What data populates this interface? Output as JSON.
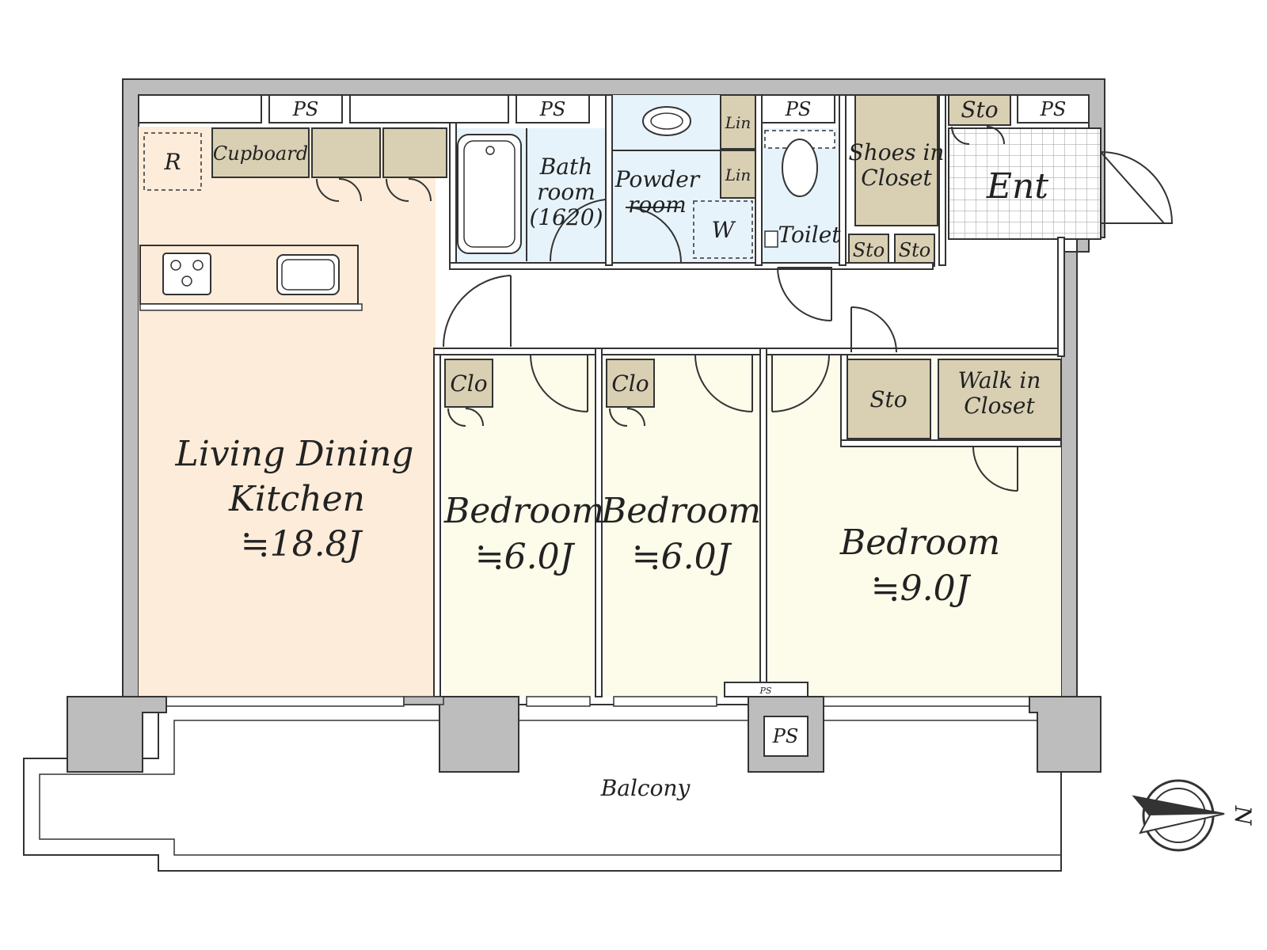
{
  "colors": {
    "ldk": "#fcecd9",
    "bedroom": "#fdfbea",
    "wet": "#e6f3fb",
    "storage": "#d9cfb3",
    "wall": "#bdbdbd",
    "tile": "#ffffff"
  },
  "rooms": {
    "ldk": {
      "name_line1": "Living Dining",
      "name_line2": "Kitchen",
      "size": "≒18.8J"
    },
    "bedroom1": {
      "name": "Bedroom",
      "size": "≒6.0J"
    },
    "bedroom2": {
      "name": "Bedroom",
      "size": "≒6.0J"
    },
    "bedroom3": {
      "name": "Bedroom",
      "size": "≒9.0J"
    },
    "bath": {
      "line1": "Bath",
      "line2": "room",
      "line3": "(1620)"
    },
    "powder": {
      "line1": "Powder",
      "line2": "room"
    },
    "toilet": "Toilet",
    "entrance": "Ent",
    "balcony": "Balcony"
  },
  "fixtures": {
    "refrigerator": "R",
    "cupboard": "Cupboard",
    "washer": "W",
    "linen1": "Lin",
    "linen2": "Lin",
    "shoes_closet_line1": "Shoes in",
    "shoes_closet_line2": "Closet",
    "walk_in_line1": "Walk in",
    "walk_in_line2": "Closet",
    "clo1": "Clo",
    "clo2": "Clo",
    "sto_entrance": "Sto",
    "sto_hall1": "Sto",
    "sto_hall2": "Sto",
    "sto_bed3": "Sto"
  },
  "pipe_spaces": {
    "ps1": "PS",
    "ps2": "PS",
    "ps3": "PS",
    "ps4": "PS",
    "ps_bed": "PS",
    "ps_balcony": "PS"
  },
  "compass": {
    "label": "N"
  }
}
